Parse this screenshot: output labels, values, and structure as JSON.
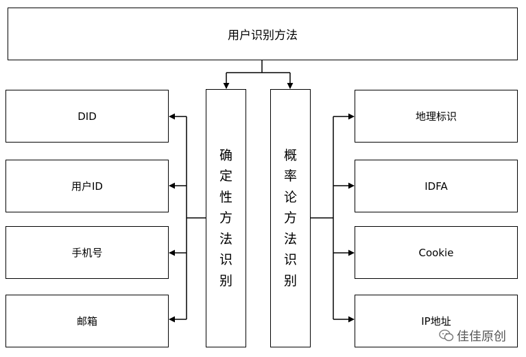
{
  "title": "用户识别方法",
  "deterministic": "确定性方法识别",
  "probabilistic": "概率论方法识别",
  "left_items": [
    "DID",
    "用户ID",
    "手机号",
    "邮箱"
  ],
  "right_items": [
    "地理标识",
    "IDFA",
    "Cookie",
    "IP地址"
  ],
  "watermark": "佳佳原创"
}
